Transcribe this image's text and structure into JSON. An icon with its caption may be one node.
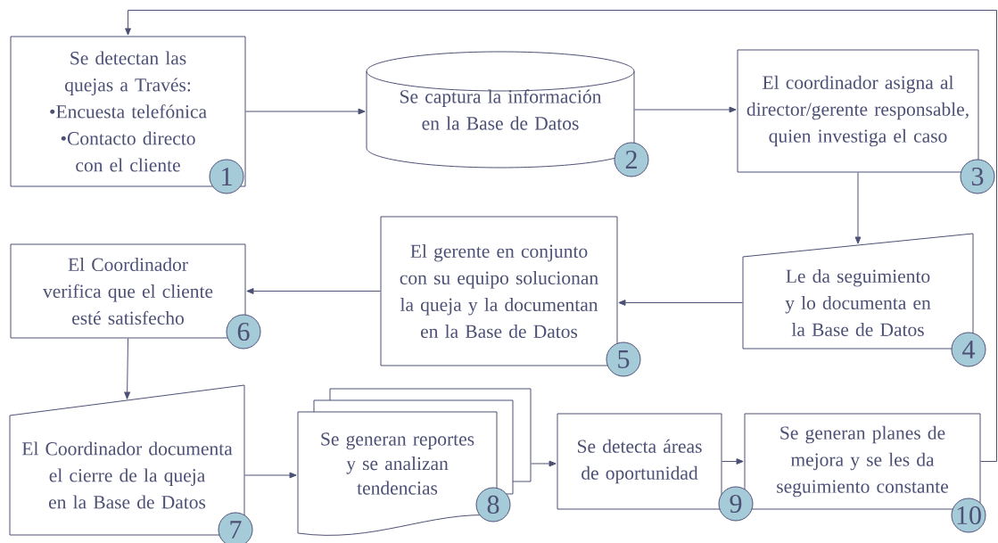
{
  "diagram": {
    "nodes": [
      {
        "text": [
          "Se detectan las quejas a Través:",
          "•Encuesta telefónica",
          "•Contacto directo con el cliente"
        ]
      },
      {
        "text": [
          "1"
        ]
      },
      {
        "text": [
          "Se captura la información en la Base de Datos"
        ]
      },
      {
        "text": [
          "2"
        ]
      },
      {
        "text": [
          "El coordinador asigna al director/gerente responsable, quien investiga el caso"
        ]
      },
      {
        "text": [
          "3"
        ]
      },
      {
        "text": [
          "Le da seguimiento y lo documenta en la Base de Datos"
        ]
      },
      {
        "text": [
          "4"
        ]
      },
      {
        "text": [
          "El gerente en conjunto con su equipo solucionan la queja y la documentan en la Base de Datos"
        ]
      },
      {
        "text": [
          "5"
        ]
      },
      {
        "text": [
          "El Coordinador verifica que el cliente esté satisfecho"
        ]
      },
      {
        "text": [
          "6"
        ]
      },
      {
        "text": [
          "El Coordinador documenta el cierre de la queja en la Base de Datos"
        ]
      },
      {
        "text": [
          "7"
        ]
      },
      {
        "text": [
          "Se generan reportes y se analizan tendencias"
        ]
      },
      {
        "text": [
          "8"
        ]
      },
      {
        "text": [
          "Se detecta áreas de oportunidad"
        ]
      },
      {
        "text": [
          "9"
        ]
      },
      {
        "text": [
          "Se generan planes de mejora y se les da seguimiento constante"
        ]
      },
      {
        "text": [
          "10"
        ]
      }
    ],
    "edges": [
      {
        "from": 0,
        "to": 2,
        "arrow": "to"
      },
      {
        "from": 2,
        "to": 4,
        "arrow": "to"
      },
      {
        "from": 4,
        "to": 6,
        "arrow": "to"
      },
      {
        "from": 6,
        "to": 8,
        "arrow": "to"
      },
      {
        "from": 8,
        "to": 10,
        "arrow": "to"
      },
      {
        "from": 10,
        "to": 12,
        "arrow": "to"
      },
      {
        "from": 12,
        "to": 14,
        "arrow": "to"
      },
      {
        "from": 14,
        "to": 16,
        "arrow": "to"
      },
      {
        "from": 16,
        "to": 18,
        "arrow": "to"
      },
      {
        "from": 18,
        "to": 0,
        "arrow": "to"
      }
    ]
  }
}
